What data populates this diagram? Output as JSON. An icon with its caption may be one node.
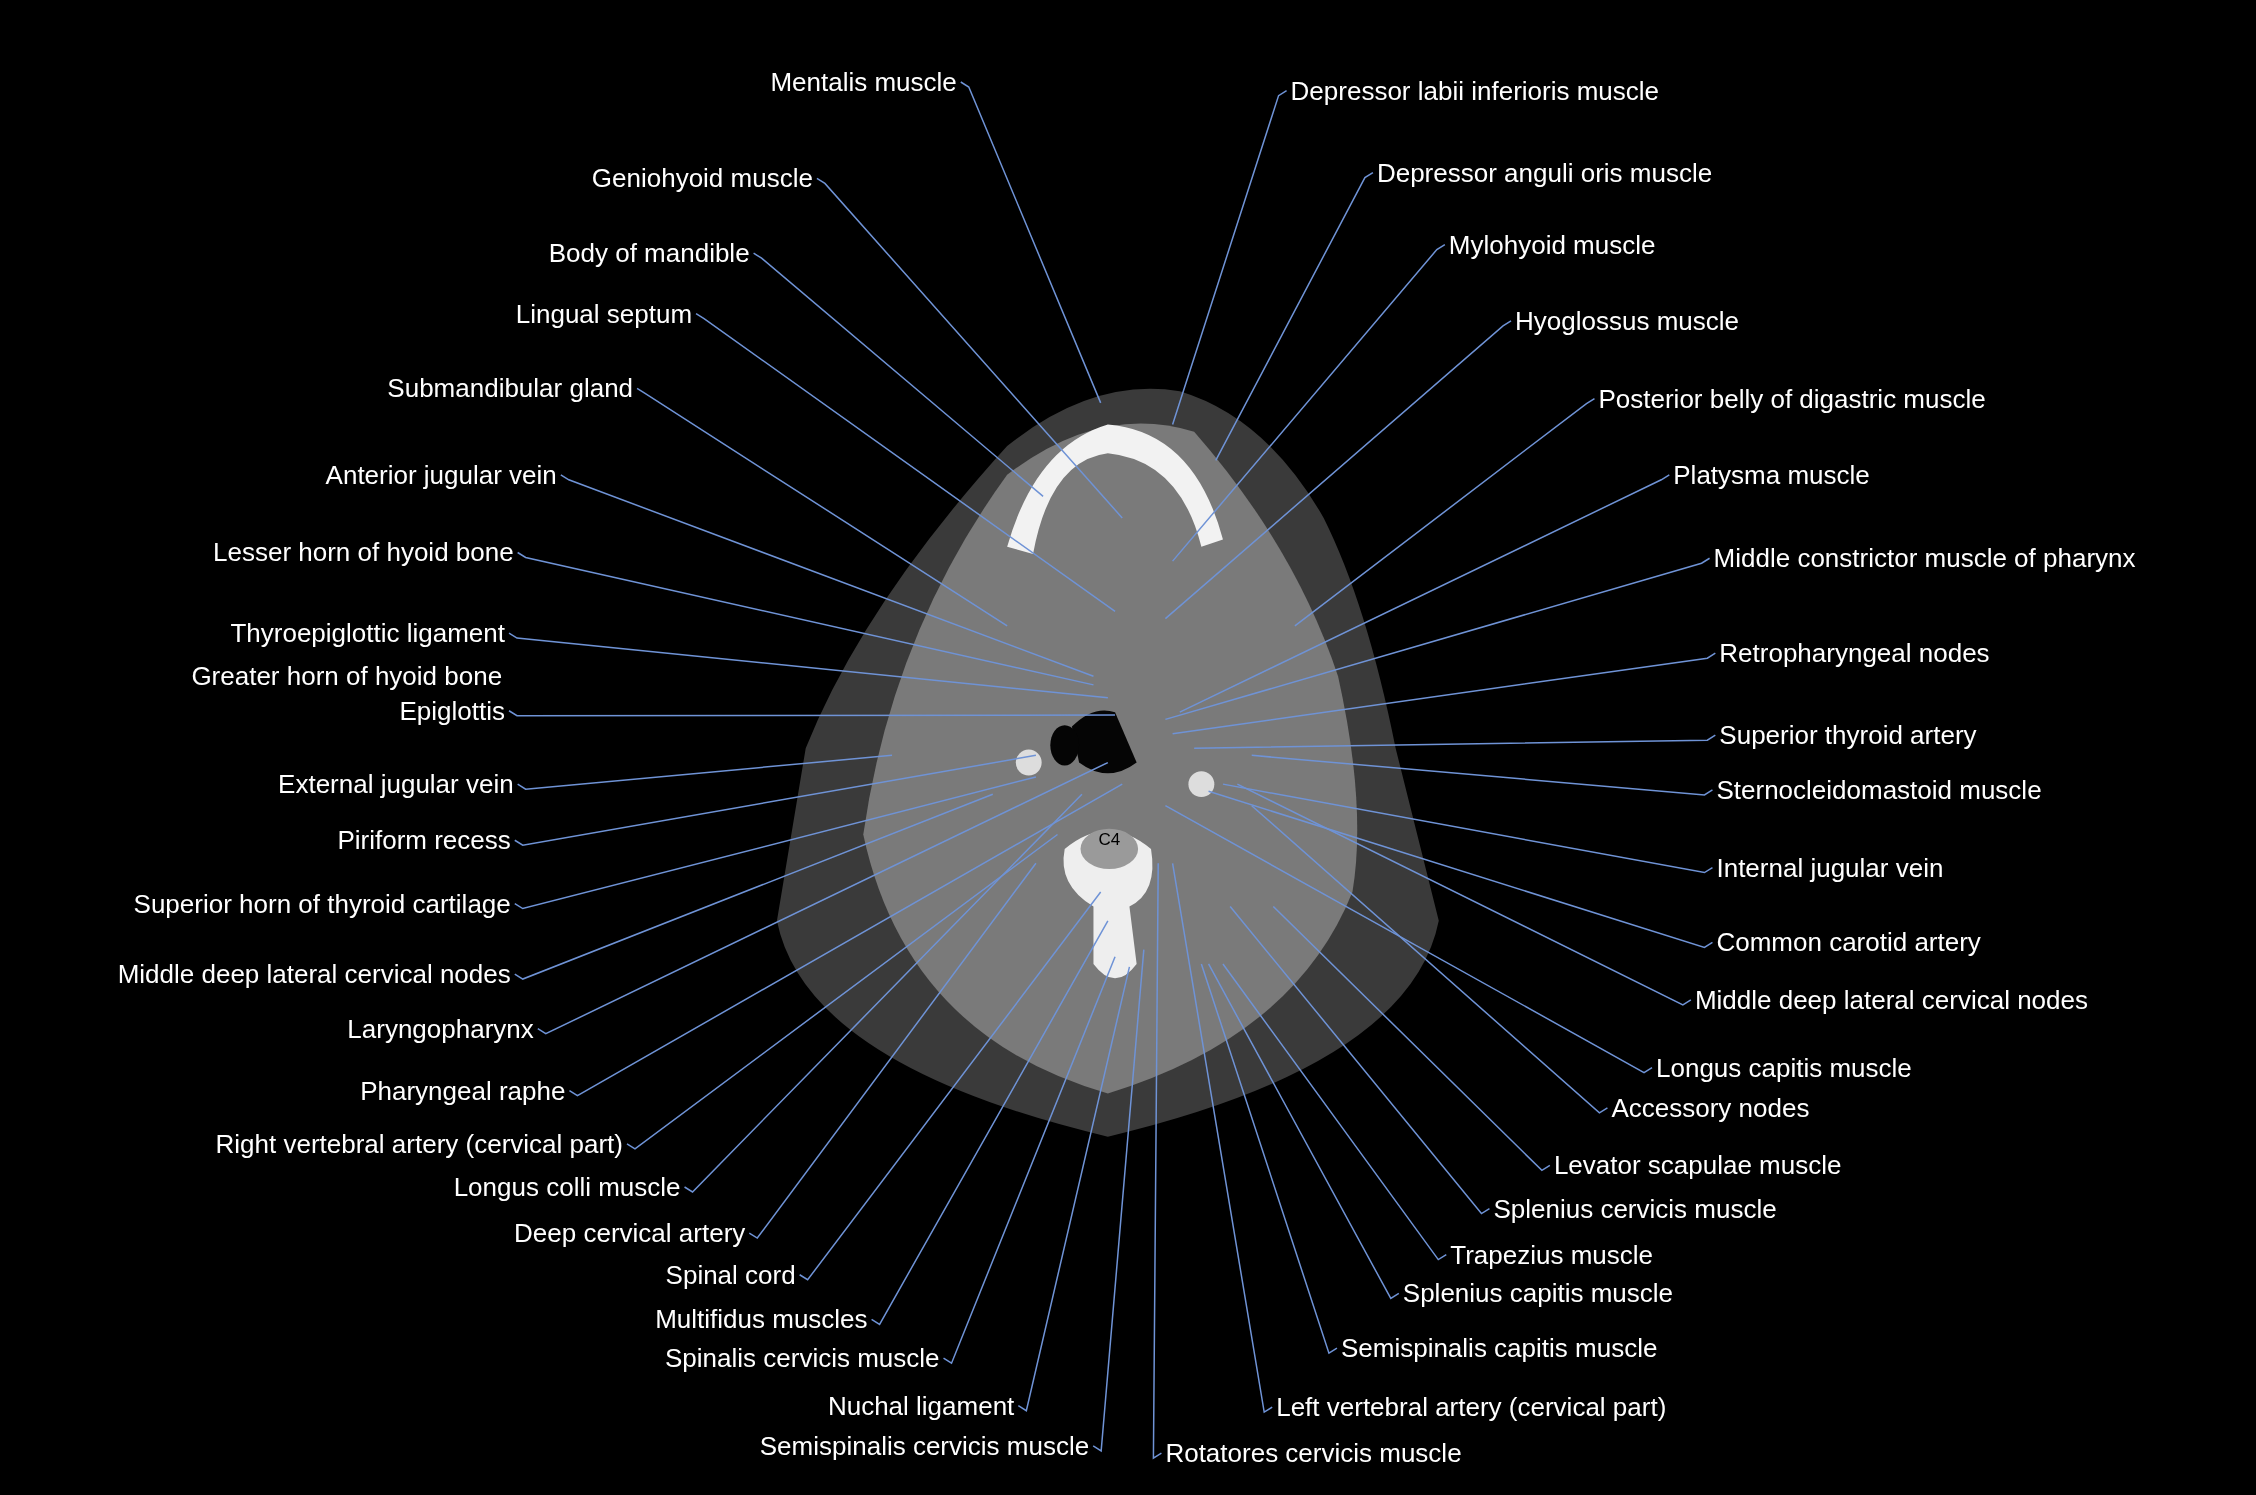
{
  "diagram": {
    "nodes": [
      {
        "text": [
          "Mentalis muscle"
        ]
      },
      {
        "text": [
          "Geniohyoid muscle"
        ]
      },
      {
        "text": [
          "Body of mandible"
        ]
      },
      {
        "text": [
          "Lingual septum"
        ]
      },
      {
        "text": [
          "Submandibular gland"
        ]
      },
      {
        "text": [
          "Anterior jugular vein"
        ]
      },
      {
        "text": [
          "Lesser horn of hyoid bone"
        ]
      },
      {
        "text": [
          "Thyroepiglottic ligament"
        ]
      },
      {
        "text": [
          "Epiglottis"
        ]
      },
      {
        "text": [
          "External jugular vein"
        ]
      },
      {
        "text": [
          "Piriform recess"
        ]
      },
      {
        "text": [
          "Superior horn of thyroid cartilage"
        ]
      },
      {
        "text": [
          "Middle deep lateral cervical nodes"
        ]
      },
      {
        "text": [
          "Laryngopharynx"
        ]
      },
      {
        "text": [
          "Pharyngeal raphe"
        ]
      },
      {
        "text": [
          "Right vertebral artery (cervical part)"
        ]
      },
      {
        "text": [
          "Longus colli muscle"
        ]
      },
      {
        "text": [
          "Deep cervical artery"
        ]
      },
      {
        "text": [
          "Spinal cord"
        ]
      },
      {
        "text": [
          "Multifidus muscles"
        ]
      },
      {
        "text": [
          "Spinalis cervicis muscle"
        ]
      },
      {
        "text": [
          "Nuchal ligament"
        ]
      },
      {
        "text": [
          "Semispinalis cervicis muscle"
        ]
      },
      {
        "text": [
          "Depressor labii inferioris muscle"
        ]
      },
      {
        "text": [
          "Depressor anguli oris muscle"
        ]
      },
      {
        "text": [
          "Mylohyoid muscle"
        ]
      },
      {
        "text": [
          "Hyoglossus muscle"
        ]
      },
      {
        "text": [
          "Posterior belly of digastric muscle"
        ]
      },
      {
        "text": [
          "Platysma muscle"
        ]
      },
      {
        "text": [
          "Middle constrictor muscle of pharynx"
        ]
      },
      {
        "text": [
          "Retropharyngeal nodes"
        ]
      },
      {
        "text": [
          "Superior thyroid artery"
        ]
      },
      {
        "text": [
          "Sternocleidomastoid muscle"
        ]
      },
      {
        "text": [
          "Internal jugular vein"
        ]
      },
      {
        "text": [
          "Common carotid artery"
        ]
      },
      {
        "text": [
          "Middle deep lateral cervical nodes"
        ]
      },
      {
        "text": [
          "Longus capitis muscle"
        ]
      },
      {
        "text": [
          "Accessory nodes"
        ]
      },
      {
        "text": [
          "Levator scapulae muscle"
        ]
      },
      {
        "text": [
          "Splenius cervicis muscle"
        ]
      },
      {
        "text": [
          "Trapezius muscle"
        ]
      },
      {
        "text": [
          "Splenius capitis muscle"
        ]
      },
      {
        "text": [
          "Semispinalis capitis muscle"
        ]
      },
      {
        "text": [
          "Left vertebral artery (cervical part)"
        ]
      },
      {
        "text": [
          "Rotatores cervicis muscle"
        ]
      }
    ],
    "edges": [
      {
        "from": 0,
        "to": null,
        "arrow": "none"
      },
      {
        "from": 1,
        "to": null,
        "arrow": "none"
      },
      {
        "from": 2,
        "to": null,
        "arrow": "none"
      },
      {
        "from": 3,
        "to": null,
        "arrow": "none"
      },
      {
        "from": 4,
        "to": null,
        "arrow": "none"
      },
      {
        "from": 5,
        "to": null,
        "arrow": "none"
      },
      {
        "from": 6,
        "to": null,
        "arrow": "none"
      },
      {
        "from": 7,
        "to": null,
        "arrow": "none"
      },
      {
        "from": 8,
        "to": null,
        "arrow": "none"
      },
      {
        "from": 9,
        "to": null,
        "arrow": "none"
      },
      {
        "from": 10,
        "to": null,
        "arrow": "none"
      },
      {
        "from": 11,
        "to": null,
        "arrow": "none"
      },
      {
        "from": 12,
        "to": null,
        "arrow": "none"
      },
      {
        "from": 13,
        "to": null,
        "arrow": "none"
      },
      {
        "from": 14,
        "to": null,
        "arrow": "none"
      },
      {
        "from": 15,
        "to": null,
        "arrow": "none"
      },
      {
        "from": 16,
        "to": null,
        "arrow": "none"
      },
      {
        "from": 17,
        "to": null,
        "arrow": "none"
      },
      {
        "from": 18,
        "to": null,
        "arrow": "none"
      },
      {
        "from": 19,
        "to": null,
        "arrow": "none"
      },
      {
        "from": 20,
        "to": null,
        "arrow": "none"
      },
      {
        "from": 21,
        "to": null,
        "arrow": "none"
      },
      {
        "from": 22,
        "to": null,
        "arrow": "none"
      },
      {
        "from": 23,
        "to": null,
        "arrow": "none"
      },
      {
        "from": 24,
        "to": null,
        "arrow": "none"
      },
      {
        "from": 25,
        "to": null,
        "arrow": "none"
      },
      {
        "from": 26,
        "to": null,
        "arrow": "none"
      },
      {
        "from": 27,
        "to": null,
        "arrow": "none"
      },
      {
        "from": 28,
        "to": null,
        "arrow": "none"
      },
      {
        "from": 29,
        "to": null,
        "arrow": "none"
      },
      {
        "from": 30,
        "to": null,
        "arrow": "none"
      },
      {
        "from": 31,
        "to": null,
        "arrow": "none"
      },
      {
        "from": 32,
        "to": null,
        "arrow": "none"
      },
      {
        "from": 33,
        "to": null,
        "arrow": "none"
      },
      {
        "from": 34,
        "to": null,
        "arrow": "none"
      },
      {
        "from": 35,
        "to": null,
        "arrow": "none"
      },
      {
        "from": 36,
        "to": null,
        "arrow": "none"
      },
      {
        "from": 37,
        "to": null,
        "arrow": "none"
      },
      {
        "from": 38,
        "to": null,
        "arrow": "none"
      },
      {
        "from": 39,
        "to": null,
        "arrow": "none"
      },
      {
        "from": 40,
        "to": null,
        "arrow": "none"
      },
      {
        "from": 41,
        "to": null,
        "arrow": "none"
      },
      {
        "from": 42,
        "to": null,
        "arrow": "none"
      },
      {
        "from": 43,
        "to": null,
        "arrow": "none"
      },
      {
        "from": 44,
        "to": null,
        "arrow": "none"
      }
    ],
    "labels": [
      "Greater horn of hyoid bone",
      "C4"
    ]
  }
}
